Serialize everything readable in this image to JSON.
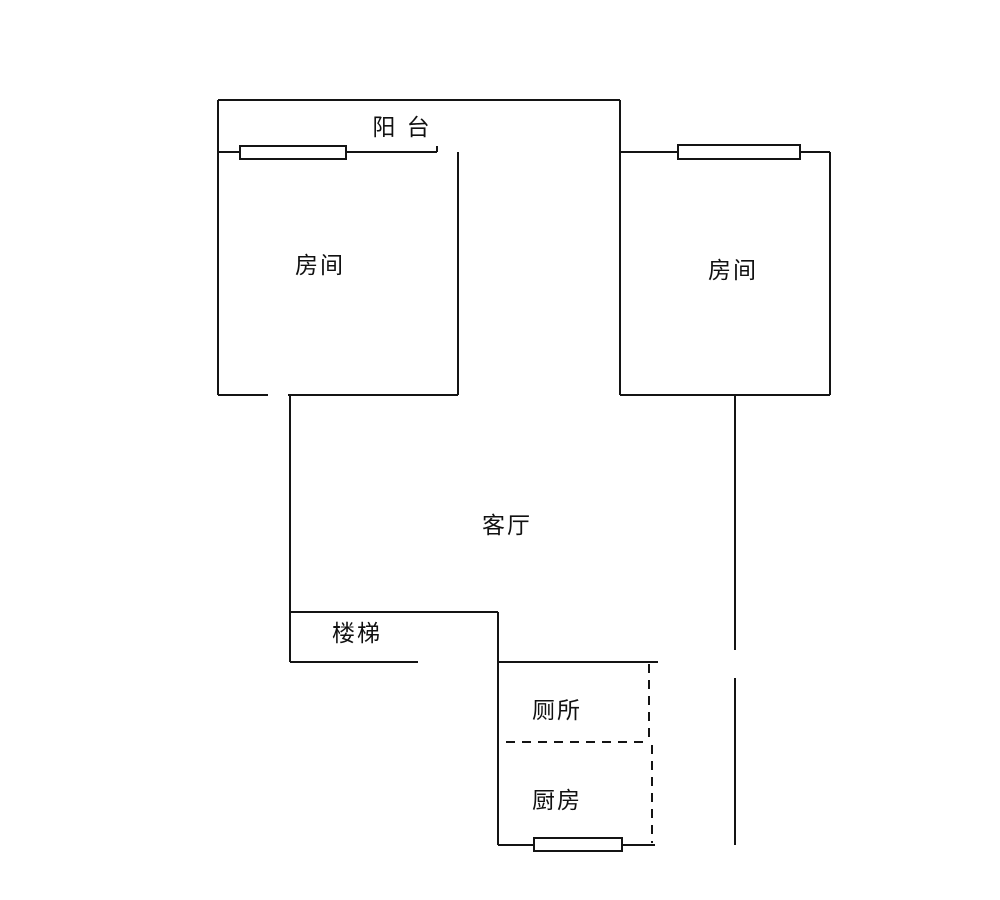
{
  "page": {
    "background": "#ffffff",
    "wall_color": "#141414",
    "text_color": "#111111"
  },
  "floorplan": {
    "type": "apartment-floor-plan",
    "labels": {
      "balcony": "阳 台",
      "room_left": "房间",
      "room_right": "房间",
      "living_room": "客厅",
      "stairs": "楼梯",
      "toilet": "厕所",
      "kitchen": "厨房"
    }
  }
}
